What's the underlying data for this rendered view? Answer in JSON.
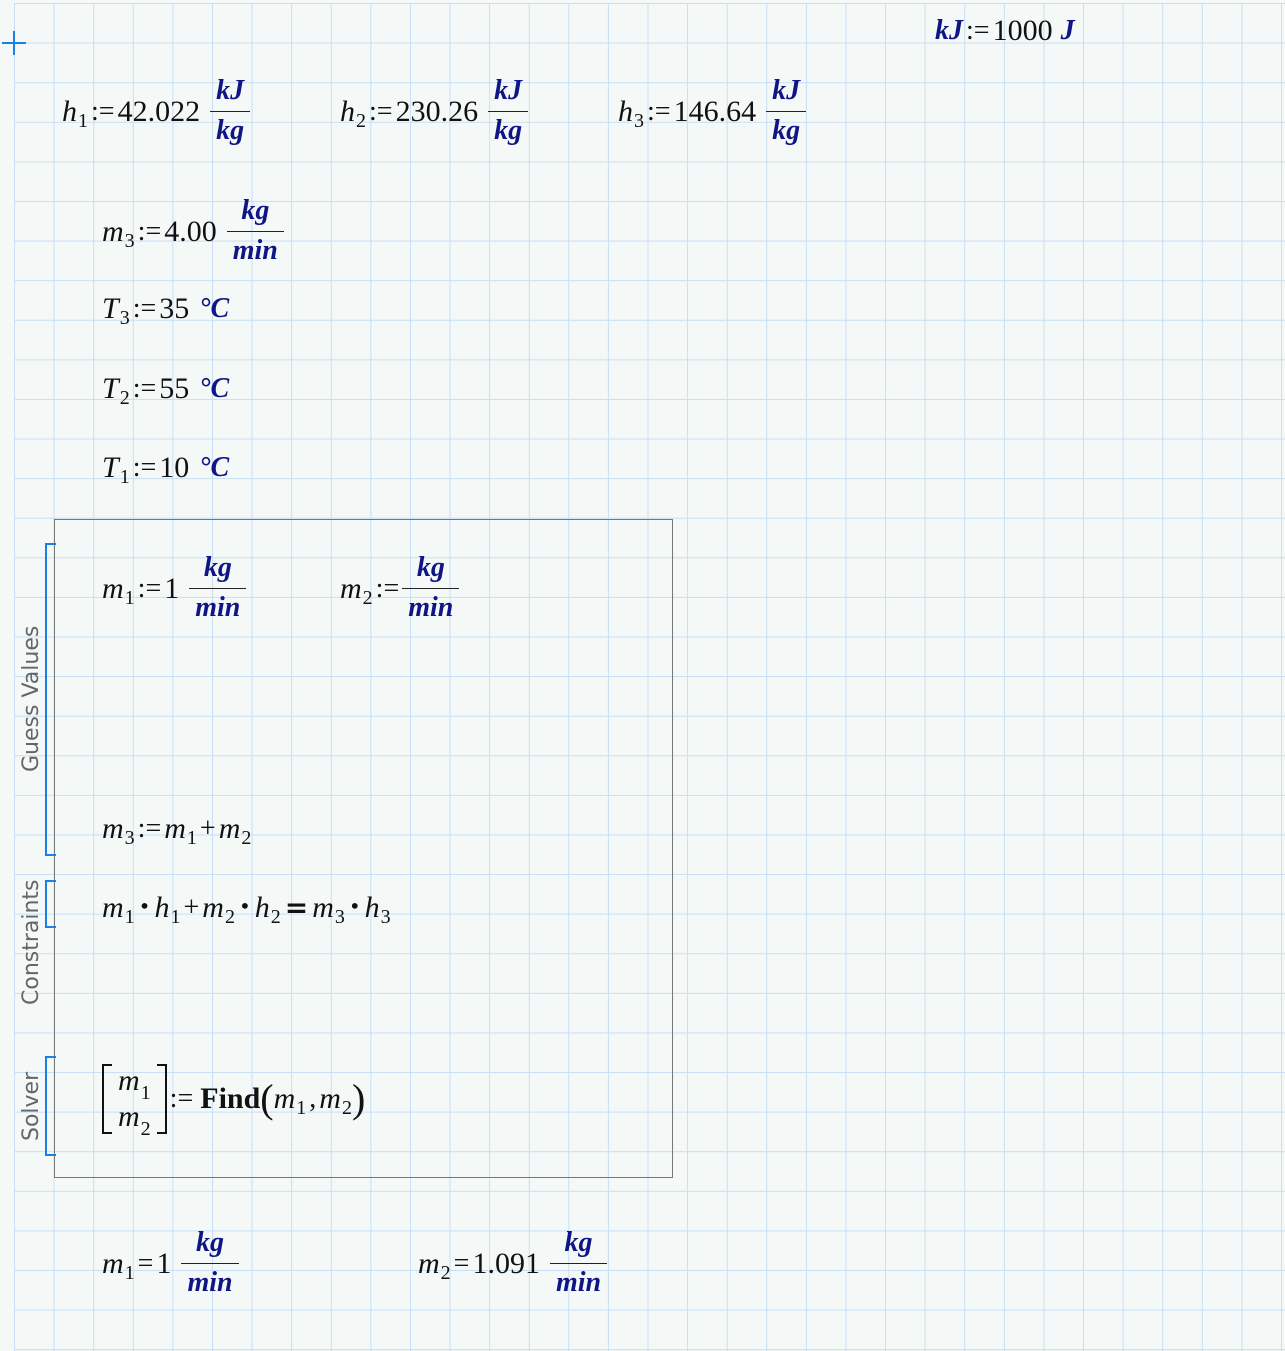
{
  "worksheet": {
    "unit_def": {
      "lhs": "kJ",
      "op": ":=",
      "value": "1000",
      "unit": "J"
    },
    "enthalpies": [
      {
        "var": "h",
        "sub": "1",
        "op": ":=",
        "value": "42.022",
        "unit_num": "kJ",
        "unit_den": "kg"
      },
      {
        "var": "h",
        "sub": "2",
        "op": ":=",
        "value": "230.26",
        "unit_num": "kJ",
        "unit_den": "kg"
      },
      {
        "var": "h",
        "sub": "3",
        "op": ":=",
        "value": "146.64",
        "unit_num": "kJ",
        "unit_den": "kg"
      }
    ],
    "m3_def": {
      "var": "m",
      "sub": "3",
      "op": ":=",
      "value": "4.00",
      "unit_num": "kg",
      "unit_den": "min"
    },
    "temperatures": [
      {
        "var": "T",
        "sub": "3",
        "op": ":=",
        "value": "35",
        "unit": "°C"
      },
      {
        "var": "T",
        "sub": "2",
        "op": ":=",
        "value": "55",
        "unit": "°C"
      },
      {
        "var": "T",
        "sub": "1",
        "op": ":=",
        "value": "10",
        "unit": "°C"
      }
    ],
    "solve_block": {
      "labels": {
        "guess": "Guess Values",
        "constraints": "Constraints",
        "solver": "Solver"
      },
      "guess_values": [
        {
          "var": "m",
          "sub": "1",
          "op": ":=",
          "value": "1",
          "unit_num": "kg",
          "unit_den": "min"
        },
        {
          "var": "m",
          "sub": "2",
          "op": ":=",
          "value": "",
          "unit_num": "kg",
          "unit_den": "min"
        }
      ],
      "guess_expr": {
        "lhs_var": "m",
        "lhs_sub": "3",
        "op": ":=",
        "a_var": "m",
        "a_sub": "1",
        "plus": "+",
        "b_var": "m",
        "b_sub": "2"
      },
      "constraint": {
        "t1_var": "m",
        "t1_sub": "1",
        "t2_var": "h",
        "t2_sub": "1",
        "plus": "+",
        "t3_var": "m",
        "t3_sub": "2",
        "t4_var": "h",
        "t4_sub": "2",
        "eq": "=",
        "t5_var": "m",
        "t5_sub": "3",
        "t6_var": "h",
        "t6_sub": "3",
        "dot": "•"
      },
      "solver": {
        "vec": [
          {
            "var": "m",
            "sub": "1"
          },
          {
            "var": "m",
            "sub": "2"
          }
        ],
        "op": ":=",
        "function": "Find",
        "args": [
          {
            "var": "m",
            "sub": "1"
          },
          {
            "var": "m",
            "sub": "2"
          }
        ],
        "open": "(",
        "comma": ",",
        "close": ")"
      }
    },
    "results": [
      {
        "var": "m",
        "sub": "1",
        "op": "=",
        "value": "1",
        "unit_num": "kg",
        "unit_den": "min"
      },
      {
        "var": "m",
        "sub": "2",
        "op": "=",
        "value": "1.091",
        "unit_num": "kg",
        "unit_den": "min"
      }
    ]
  },
  "colors": {
    "unit": "#101585",
    "grid": "#c7def5",
    "bracket": "#1a7fe8",
    "background": "#f4f9f7"
  }
}
